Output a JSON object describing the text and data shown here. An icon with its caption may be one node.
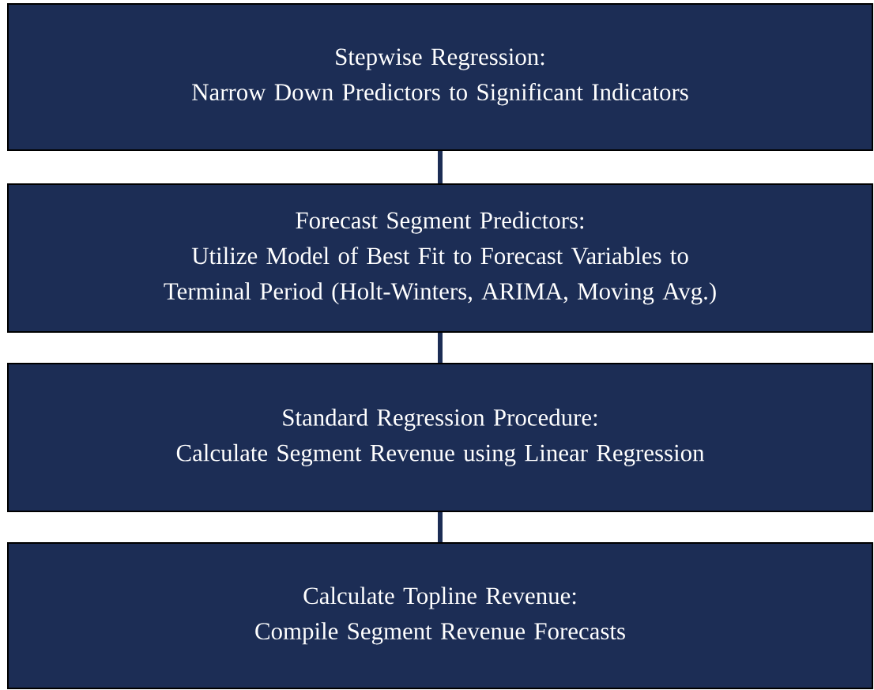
{
  "diagram": {
    "nodes": [
      {
        "text": [
          "Stepwise Regression:",
          "Narrow Down Predictors to Significant Indicators"
        ]
      },
      {
        "text": [
          "Forecast Segment Predictors:",
          "Utilize Model of Best Fit to Forecast Variables to Terminal Period (Holt-Winters, ARIMA, Moving Avg.)"
        ]
      },
      {
        "text": [
          "Standard Regression Procedure:",
          "Calculate Segment Revenue using Linear Regression"
        ]
      },
      {
        "text": [
          "Calculate Topline Revenue:",
          "Compile Segment Revenue Forecasts"
        ]
      }
    ],
    "edges": [
      {
        "from": 0,
        "to": 1,
        "arrow": "none"
      },
      {
        "from": 1,
        "to": 2,
        "arrow": "none"
      },
      {
        "from": 2,
        "to": 3,
        "arrow": "none"
      }
    ]
  }
}
